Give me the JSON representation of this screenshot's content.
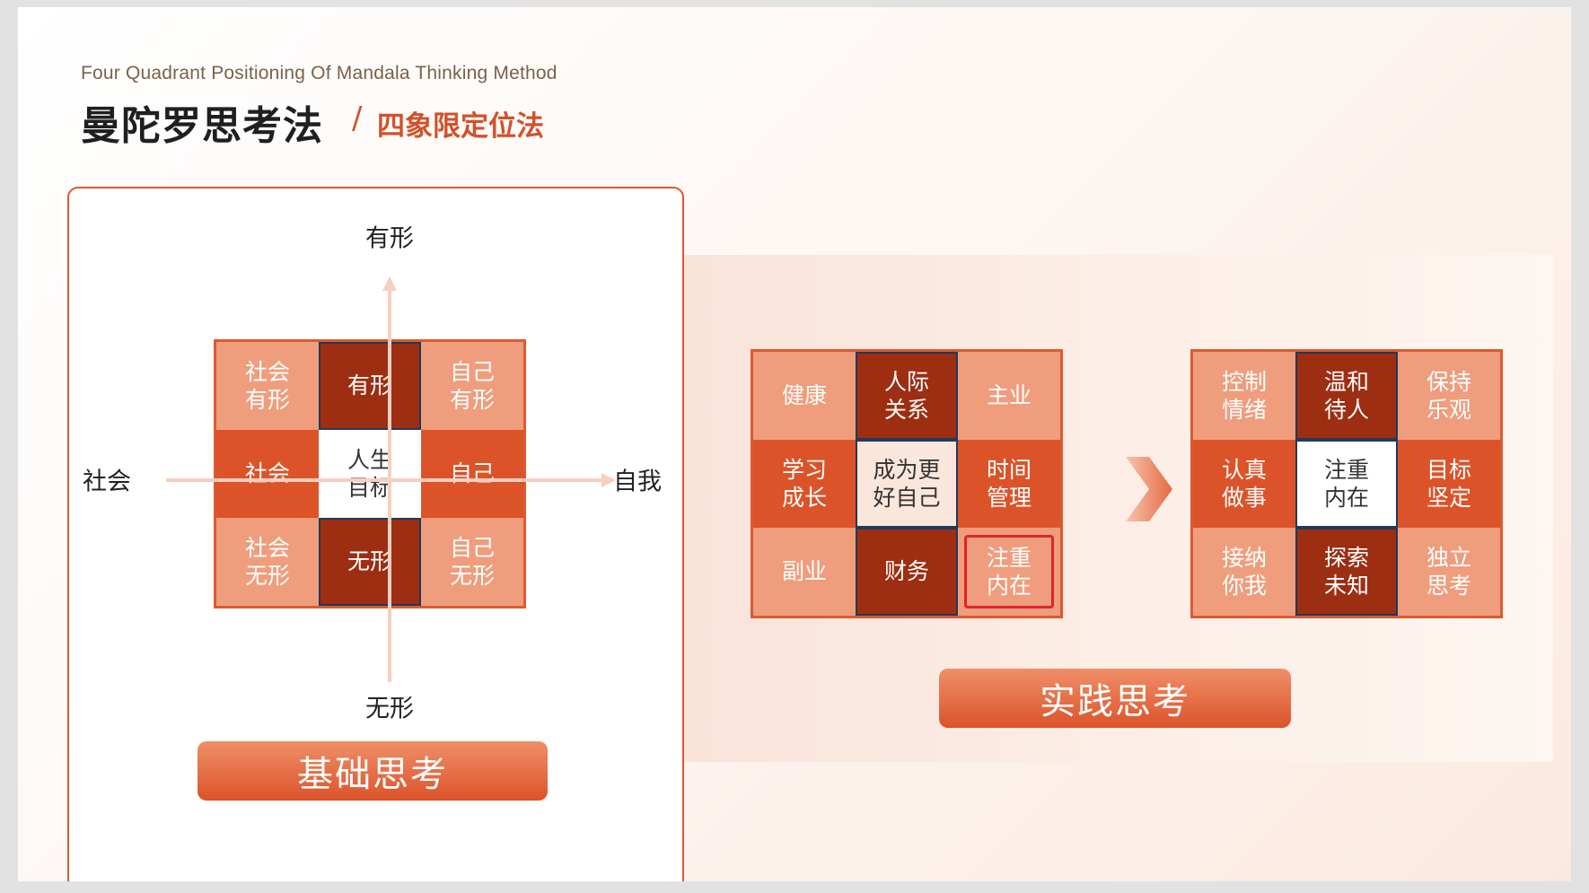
{
  "header": {
    "subtitle_en": "Four Quadrant Positioning Of  Mandala Thinking Method",
    "title": "曼陀罗思考法",
    "slash": "/",
    "title_sub": "四象限定位法"
  },
  "basic": {
    "axis_top": "有形",
    "axis_bottom": "无形",
    "axis_left": "社会",
    "axis_right": "自我",
    "grid": [
      "社会\n有形",
      "有形",
      "自己\n有形",
      "社会",
      "人生\n目标",
      "自己",
      "社会\n无形",
      "无形",
      "自己\n无形"
    ],
    "button": "基础思考"
  },
  "practice": {
    "grid1": [
      "健康",
      "人际\n关系",
      "主业",
      "学习\n成长",
      "成为更\n好自己",
      "时间\n管理",
      "副业",
      "财务",
      "注重\n内在"
    ],
    "grid2": [
      "控制\n情绪",
      "温和\n待人",
      "保持\n乐观",
      "认真\n做事",
      "注重\n内在",
      "目标\n坚定",
      "接纳\n你我",
      "探索\n未知",
      "独立\n思考"
    ],
    "button": "实践思考"
  },
  "colors": {
    "accent": "#dc532a",
    "light": "#ef9d7d",
    "dark": "#9d2e12",
    "highlight": "#e0242b"
  },
  "icons": {
    "next": "chevron-right-icon"
  }
}
